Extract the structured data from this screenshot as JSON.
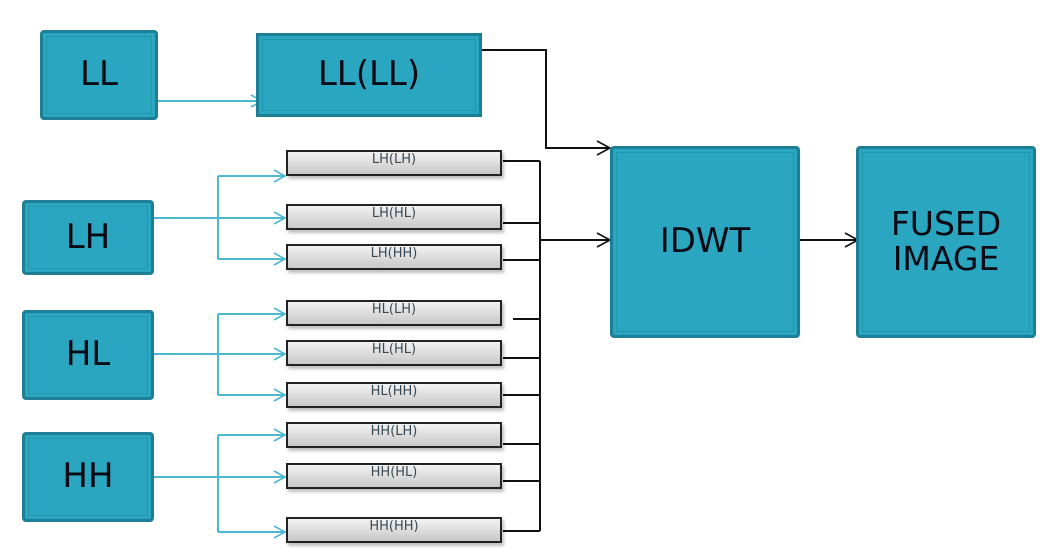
{
  "diagram": {
    "colors": {
      "block_fill": "#2aa6c0",
      "block_border": "#1d7f96",
      "input_arrow": "#4bb8d0",
      "output_line": "#111111"
    },
    "input_blocks": [
      {
        "id": "LL",
        "label": "LL"
      },
      {
        "id": "LH",
        "label": "LH"
      },
      {
        "id": "HL",
        "label": "HL"
      },
      {
        "id": "HH",
        "label": "HH"
      }
    ],
    "ll_sub_block": {
      "label": "LL(LL)"
    },
    "sub_bands": [
      {
        "group": "LH",
        "label": "LH(LH)"
      },
      {
        "group": "LH",
        "label": "LH(HL)"
      },
      {
        "group": "LH",
        "label": "LH(HH)"
      },
      {
        "group": "HL",
        "label": "HL(LH)"
      },
      {
        "group": "HL",
        "label": "HL(HL)"
      },
      {
        "group": "HL",
        "label": "HL(HH)"
      },
      {
        "group": "HH",
        "label": "HH(LH)"
      },
      {
        "group": "HH",
        "label": "HH(HL)"
      },
      {
        "group": "HH",
        "label": "HH(HH)"
      }
    ],
    "idwt_block": {
      "label": "IDWT"
    },
    "output_block": {
      "line1": "FUSED",
      "line2": "IMAGE"
    }
  }
}
